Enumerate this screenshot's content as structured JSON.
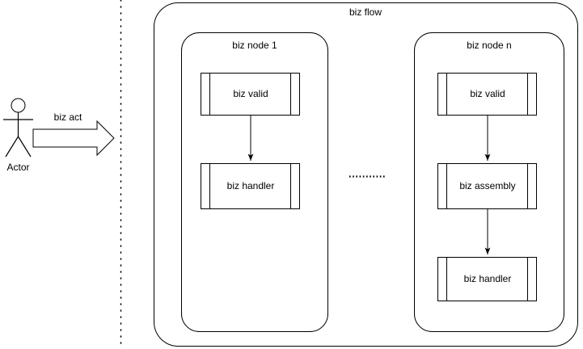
{
  "diagram": {
    "title": "biz flow",
    "background_color": "#ffffff",
    "stroke_color": "#000000",
    "actor": {
      "label": "Actor",
      "action_label": "biz act"
    },
    "separator": {
      "style": "dotted-vertical"
    },
    "ellipsis": {
      "label": "..............."
    },
    "nodes": [
      {
        "label": "biz node 1",
        "steps": [
          {
            "label": "biz valid"
          },
          {
            "label": "biz handler"
          }
        ]
      },
      {
        "label": "biz node n",
        "steps": [
          {
            "label": "biz valid"
          },
          {
            "label": "biz assembly"
          },
          {
            "label": "biz handler"
          }
        ]
      }
    ]
  }
}
